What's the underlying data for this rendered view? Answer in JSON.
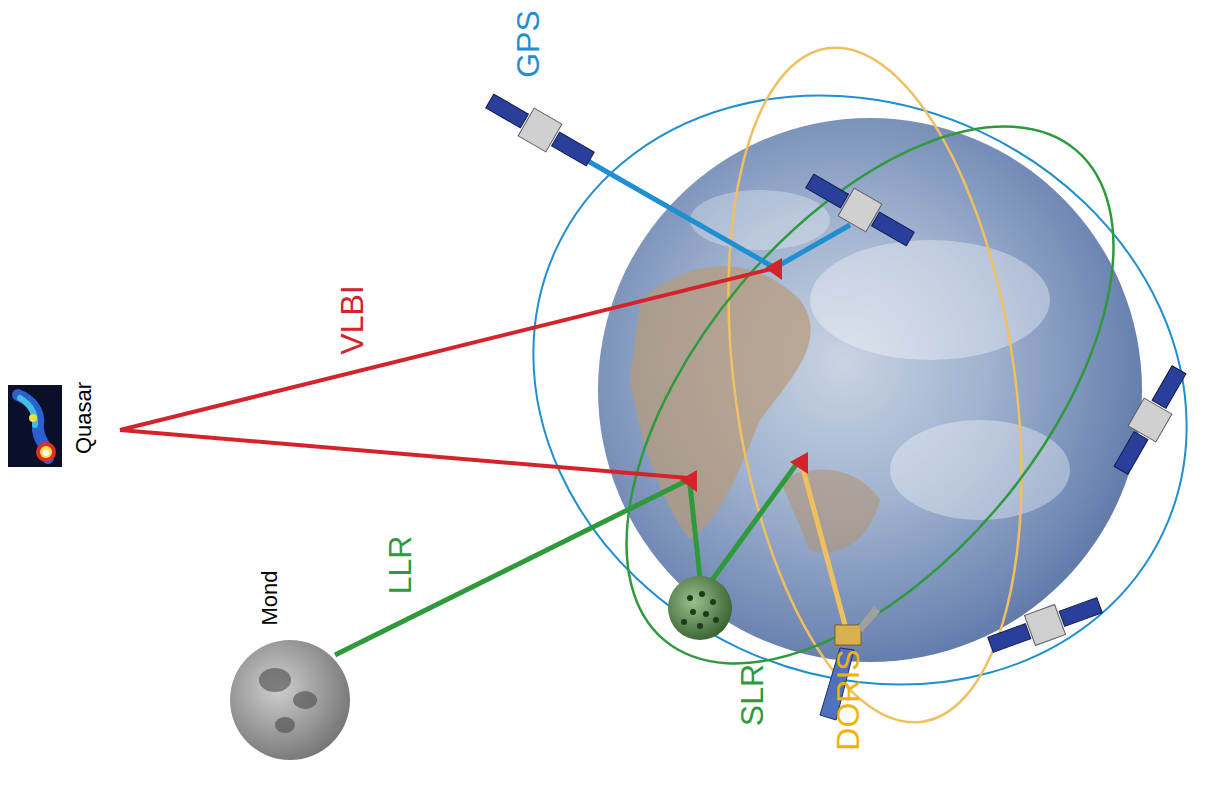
{
  "diagram": {
    "labels": [
      "Quasar",
      "VLBI",
      "GPS",
      "Mond",
      "LLR",
      "SLR",
      "DORIS"
    ]
  }
}
